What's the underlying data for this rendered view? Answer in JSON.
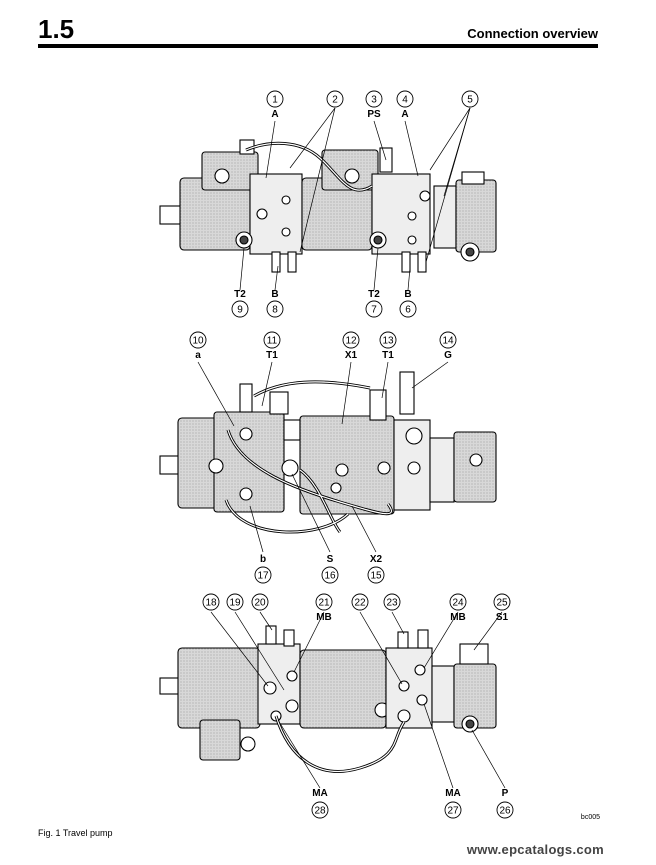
{
  "header": {
    "section_number": "1.5",
    "title": "Connection overview"
  },
  "figure": {
    "caption": "Fig. 1 Travel pump",
    "ref_code": "bc005",
    "views": [
      {
        "name": "top",
        "callouts_top": [
          {
            "num": "1",
            "label": "A"
          },
          {
            "num": "2",
            "label": ""
          },
          {
            "num": "3",
            "label": "PS"
          },
          {
            "num": "4",
            "label": "A"
          },
          {
            "num": "5",
            "label": ""
          }
        ],
        "callouts_bottom": [
          {
            "num": "9",
            "label": "T2"
          },
          {
            "num": "8",
            "label": "B"
          },
          {
            "num": "7",
            "label": "T2"
          },
          {
            "num": "6",
            "label": "B"
          }
        ]
      },
      {
        "name": "middle",
        "callouts_top": [
          {
            "num": "10",
            "label": "a"
          },
          {
            "num": "11",
            "label": "T1"
          },
          {
            "num": "12",
            "label": "X1"
          },
          {
            "num": "13",
            "label": "T1"
          },
          {
            "num": "14",
            "label": "G"
          }
        ],
        "callouts_bottom": [
          {
            "num": "17",
            "label": "b"
          },
          {
            "num": "16",
            "label": "S"
          },
          {
            "num": "15",
            "label": "X2"
          }
        ]
      },
      {
        "name": "bottom",
        "callouts_top": [
          {
            "num": "18",
            "label": ""
          },
          {
            "num": "19",
            "label": ""
          },
          {
            "num": "20",
            "label": ""
          },
          {
            "num": "21",
            "label": "MB"
          },
          {
            "num": "22",
            "label": ""
          },
          {
            "num": "23",
            "label": ""
          },
          {
            "num": "24",
            "label": "MB"
          },
          {
            "num": "25",
            "label": "S1"
          }
        ],
        "callouts_bottom": [
          {
            "num": "28",
            "label": "MA"
          },
          {
            "num": "27",
            "label": "MA"
          },
          {
            "num": "26",
            "label": "P"
          }
        ]
      }
    ]
  },
  "watermark": "www.epcatalogs.com"
}
